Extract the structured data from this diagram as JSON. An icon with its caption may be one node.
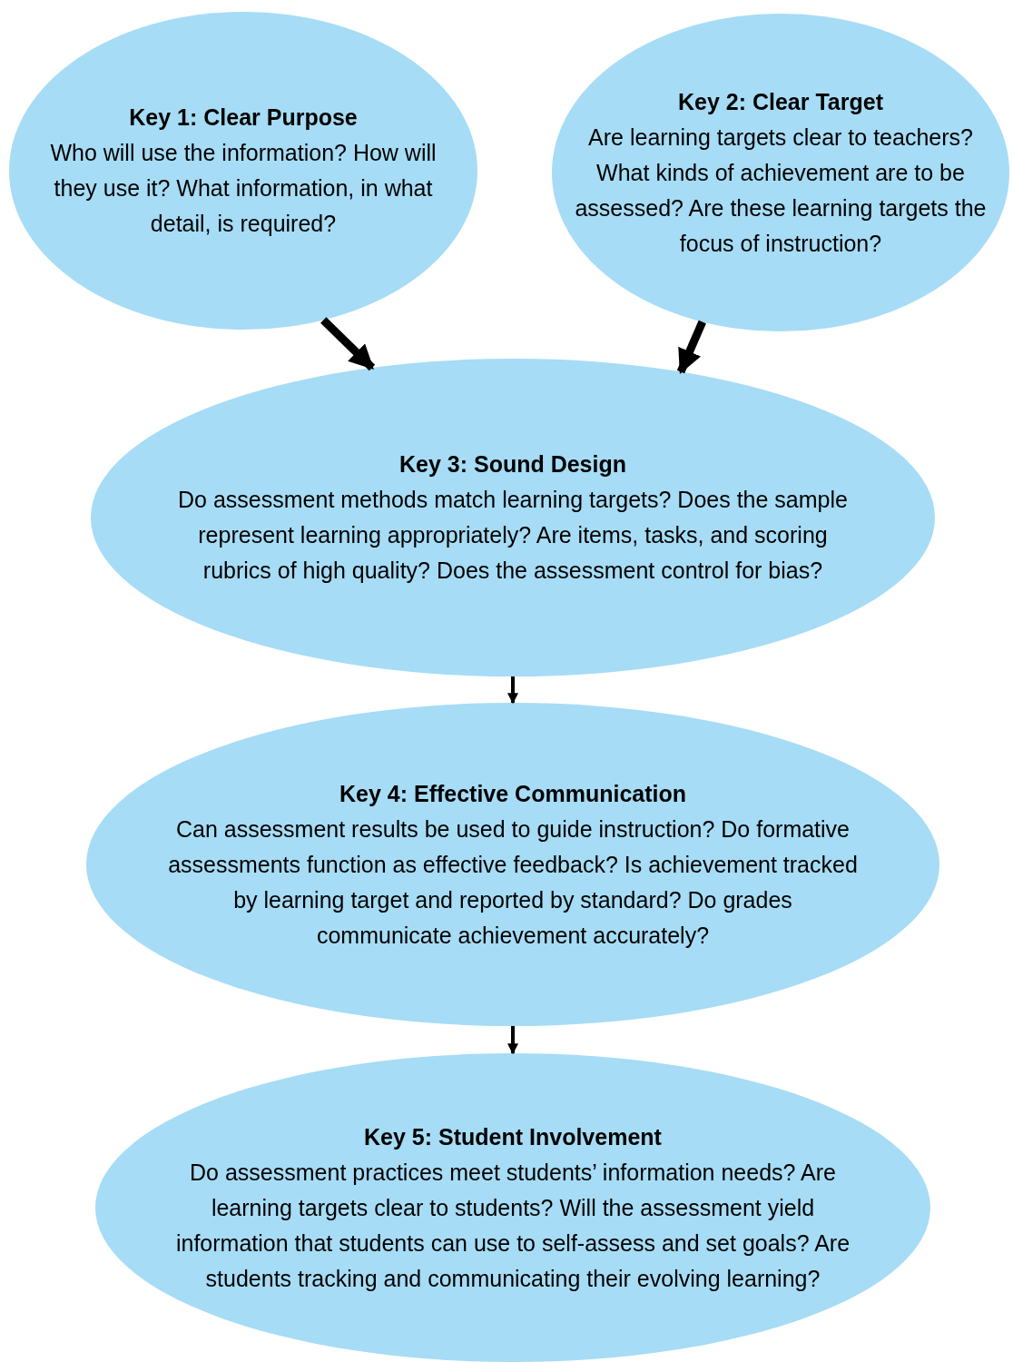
{
  "diagram": {
    "nodes": [
      {
        "text": [
          "Key 1: Clear Purpose",
          "Who will use the information? How will they use it? What information, in what detail, is required?"
        ]
      },
      {
        "text": [
          "Key 2: Clear Target",
          "Are learning targets clear to teachers? What kinds of achievement are to be assessed? Are these learning targets the focus of instruction?"
        ]
      },
      {
        "text": [
          "Key 3: Sound Design",
          "Do assessment methods match learning targets? Does the sample represent learning appropriately? Are items, tasks, and scoring rubrics of high quality? Does the assessment control for bias?"
        ]
      },
      {
        "text": [
          "Key 4: Effective Communication",
          "Can assessment results be used to guide instruction? Do formative assessments function as effective feedback? Is achievement tracked by learning target and reported by standard? Do grades communicate achievement accurately?"
        ]
      },
      {
        "text": [
          "Key 5: Student Involvement",
          "Do assessment practices meet students’ information needs? Are learning targets clear to students? Will the assessment yield information that students can use to self-assess and set goals? Are students tracking and communicating their evolving learning?"
        ]
      }
    ],
    "edges": [
      {
        "from": 0,
        "to": 2,
        "arrow": "to",
        "style": "thick"
      },
      {
        "from": 1,
        "to": 2,
        "arrow": "to",
        "style": "thick"
      },
      {
        "from": 2,
        "to": 3,
        "arrow": "to"
      },
      {
        "from": 3,
        "to": 4,
        "arrow": "to"
      }
    ]
  }
}
